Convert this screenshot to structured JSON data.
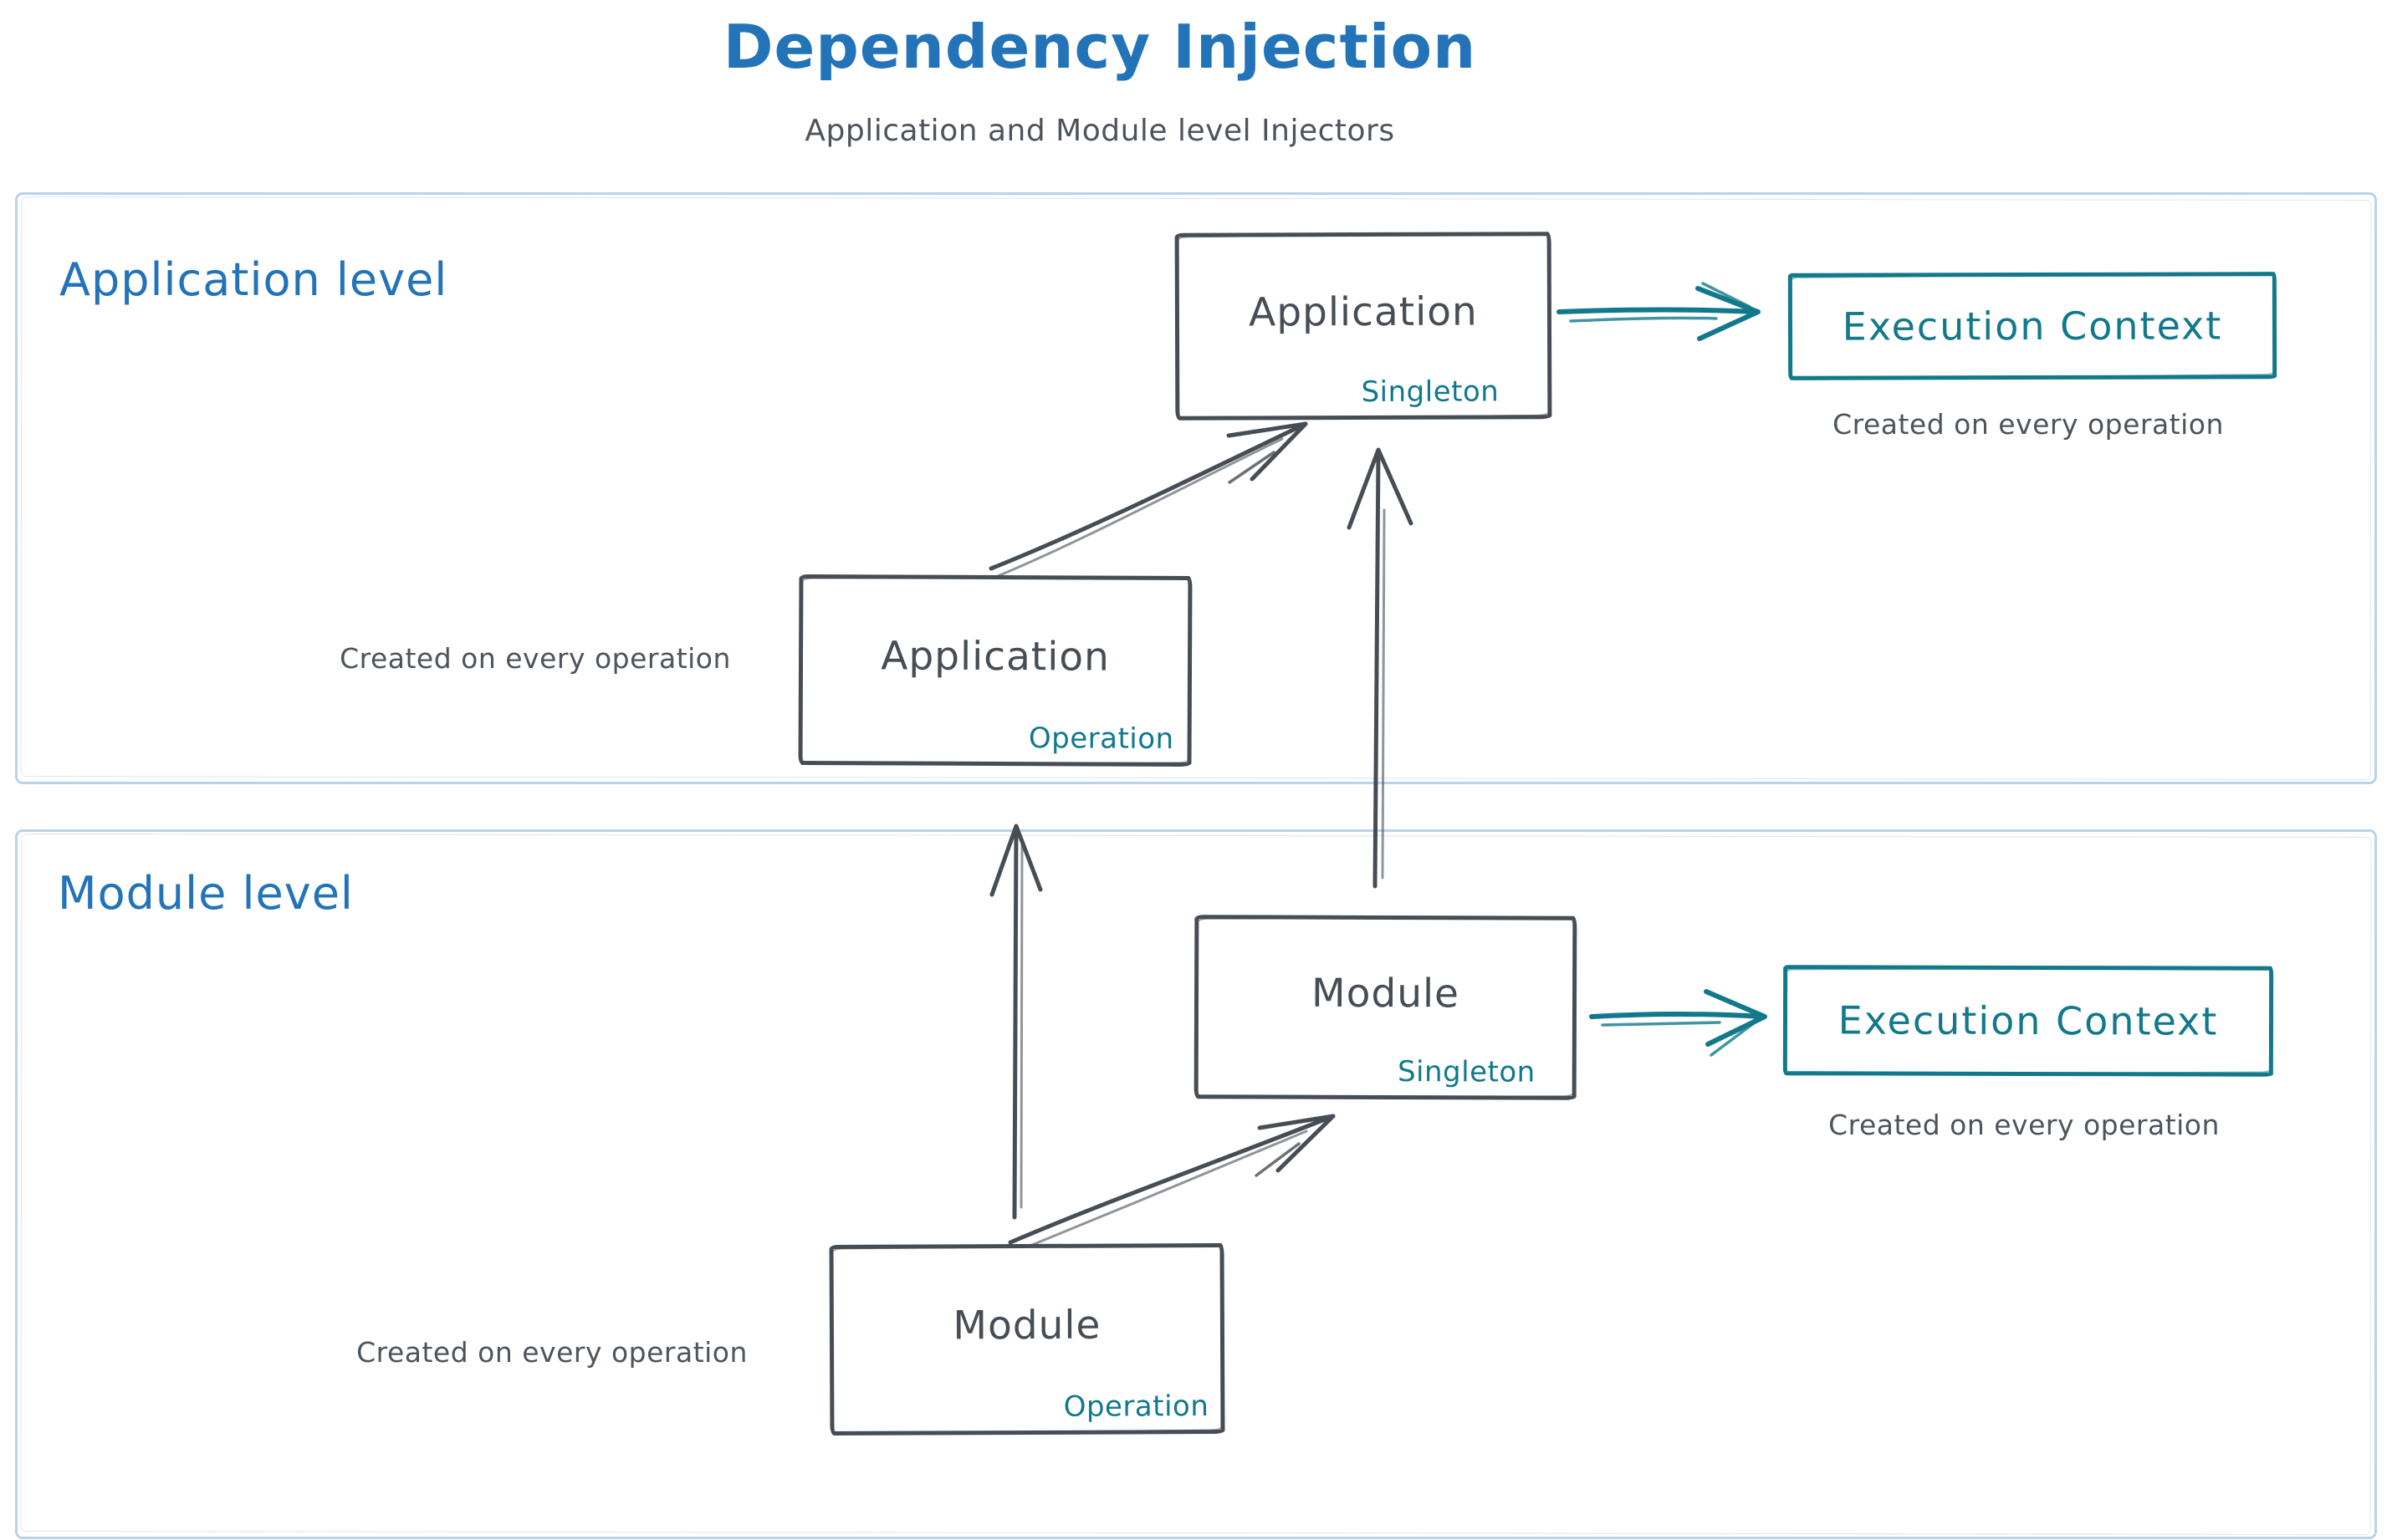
{
  "title": "Dependency Injection",
  "subtitle": "Application and Module level Injectors",
  "colors": {
    "title_blue": "#2373b9",
    "teal_accent": "#11798b",
    "dark_stroke": "#474d55",
    "container_border": "#b9d3eb",
    "caption_text": "#4e545c"
  },
  "application_level": {
    "label": "Application level",
    "singleton_box": {
      "name": "Application",
      "scope": "Singleton"
    },
    "operation_box": {
      "name": "Application",
      "scope": "Operation"
    },
    "operation_caption": "Created on every operation",
    "execution_context_label": "Execution Context",
    "execution_context_caption": "Created on every operation"
  },
  "module_level": {
    "label": "Module level",
    "singleton_box": {
      "name": "Module",
      "scope": "Singleton"
    },
    "operation_box": {
      "name": "Module",
      "scope": "Operation"
    },
    "operation_caption": "Created on every operation",
    "execution_context_label": "Execution Context",
    "execution_context_caption": "Created on every operation"
  },
  "arrows": [
    {
      "from": "Application Operation",
      "to": "Application Singleton"
    },
    {
      "from": "Application Singleton",
      "to": "Application Execution Context"
    },
    {
      "from": "Module Operation",
      "to": "Application Operation"
    },
    {
      "from": "Module Operation",
      "to": "Module Singleton"
    },
    {
      "from": "Module Singleton",
      "to": "Application Singleton"
    },
    {
      "from": "Module Singleton",
      "to": "Module Execution Context"
    }
  ]
}
